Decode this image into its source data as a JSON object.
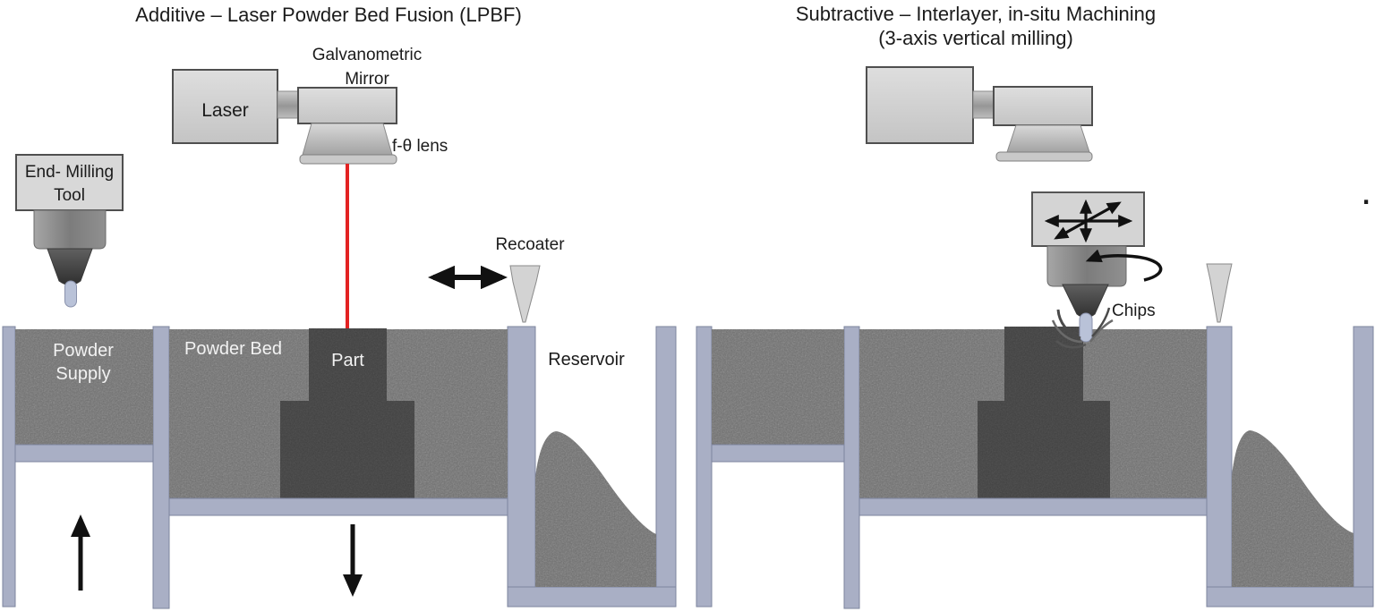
{
  "figure_type": "process-schematic",
  "left_panel": {
    "title": "Additive – Laser Powder Bed Fusion (LPBF)",
    "machine": {
      "laser_label": "Laser",
      "galvo_label_line1": "Galvanometric",
      "galvo_label_line2": "Mirror",
      "lens_label": "f-θ lens"
    },
    "end_mill": {
      "label_line1": "End- Milling",
      "label_line2": "Tool"
    },
    "recoater_label": "Recoater",
    "powder_supply_label_line1": "Powder",
    "powder_supply_label_line2": "Supply",
    "powder_bed_label": "Powder Bed",
    "part_label": "Part",
    "reservoir_label": "Reservoir"
  },
  "right_panel": {
    "title_line1": "Subtractive – Interlayer, in-situ Machining",
    "title_line2": "(3-axis vertical milling)",
    "chips_label": "Chips"
  },
  "caption_dot": ".",
  "colors": {
    "wall": "#a9afc5",
    "wall_border": "#7d849e",
    "powder": "#6e6e6e",
    "part": "#414141",
    "machine_fill": "#d3d3d3",
    "machine_border": "#4f4f4f",
    "laser_beam": "#e32222",
    "tool_tip": "#b9c2d8",
    "text_dark": "#1b1b1b",
    "text_light": "#f2f2f2"
  }
}
